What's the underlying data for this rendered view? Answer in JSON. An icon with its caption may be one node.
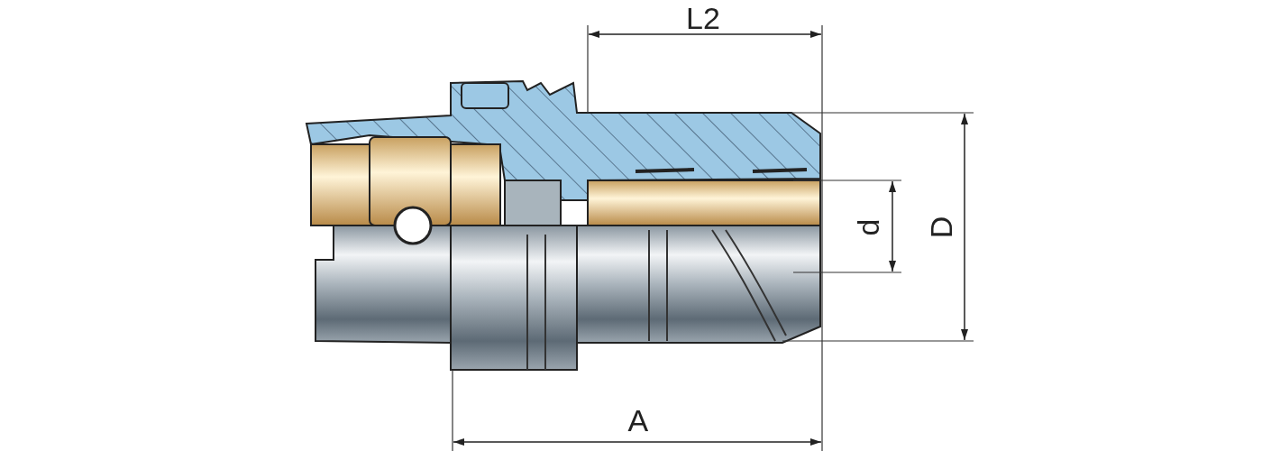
{
  "diagram": {
    "labels": [
      "L2",
      "d",
      "D",
      "A"
    ]
  }
}
